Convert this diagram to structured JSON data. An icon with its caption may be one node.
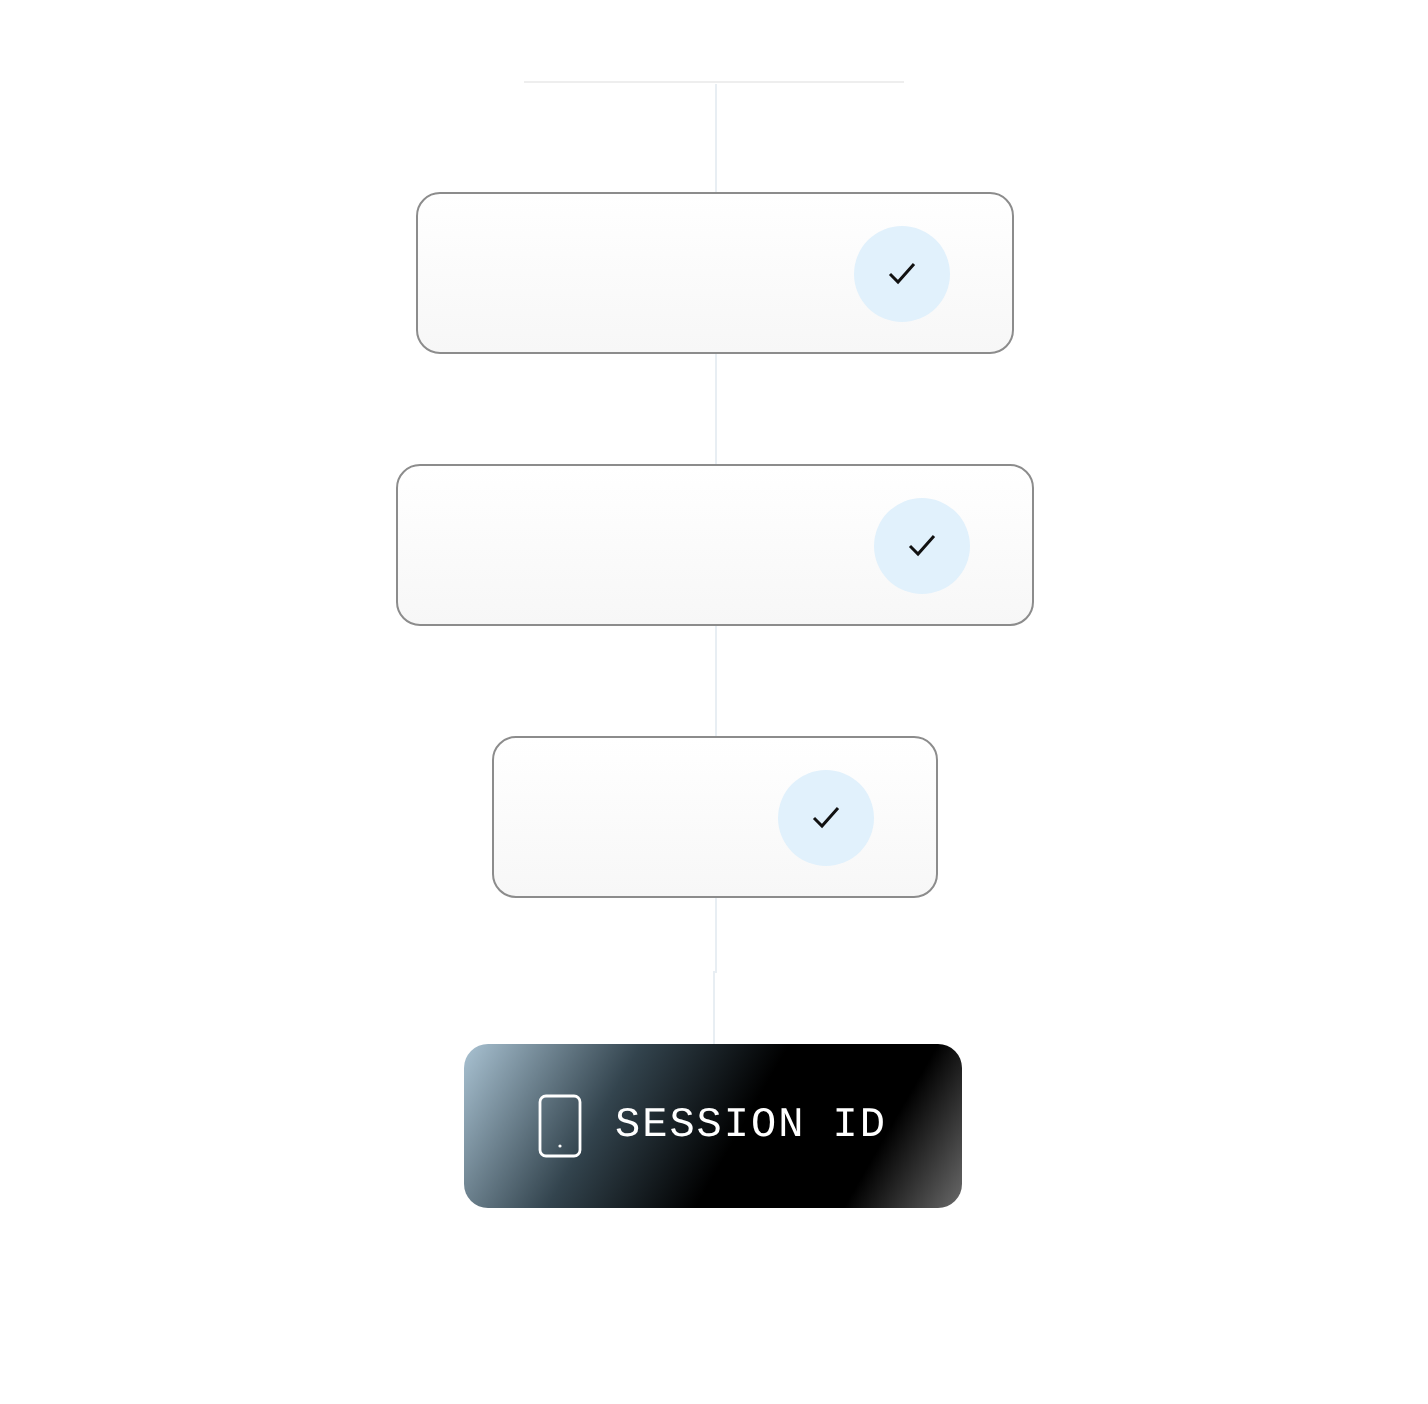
{
  "diagram": {
    "nodes": [
      {
        "text": [],
        "shape": "box"
      },
      {
        "text": [],
        "shape": "box"
      },
      {
        "text": [],
        "shape": "box"
      },
      {
        "text": [
          "SESSION ID"
        ]
      }
    ],
    "edges": [
      {
        "from": null,
        "to": 0,
        "arrow": "none"
      },
      {
        "from": 0,
        "to": 1,
        "arrow": "none"
      },
      {
        "from": 1,
        "to": 2,
        "arrow": "none"
      },
      {
        "from": 2,
        "to": 3,
        "arrow": "none"
      }
    ]
  }
}
